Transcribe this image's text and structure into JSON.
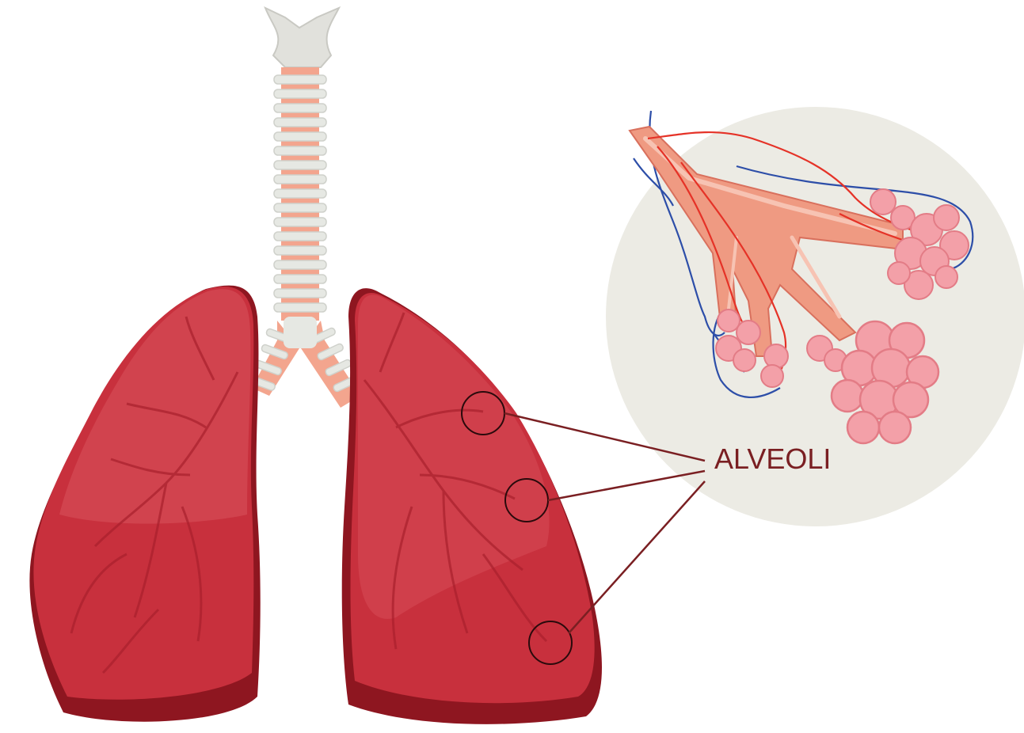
{
  "labels": {
    "alveoli": "ALVEOLI"
  },
  "colors": {
    "background": "#ffffff",
    "lung_base": "#c8303d",
    "lung_dark": "#8e1620",
    "lung_light": "#d9535d",
    "trachea_ring": "#e6e8e3",
    "trachea_core": "#f3a58e",
    "inset_circle": "#ecebe4",
    "bronchiole": "#ef9a82",
    "alveoli_sac": "#f3a0a8",
    "artery": "#e53227",
    "vein": "#2d4ea8",
    "leader_line": "#7a1f22",
    "label_text": "#7a1f22"
  },
  "icons": {
    "lungs": "lungs-illustration",
    "trachea": "trachea-illustration",
    "alveoli_inset": "alveoli-magnified-inset"
  }
}
